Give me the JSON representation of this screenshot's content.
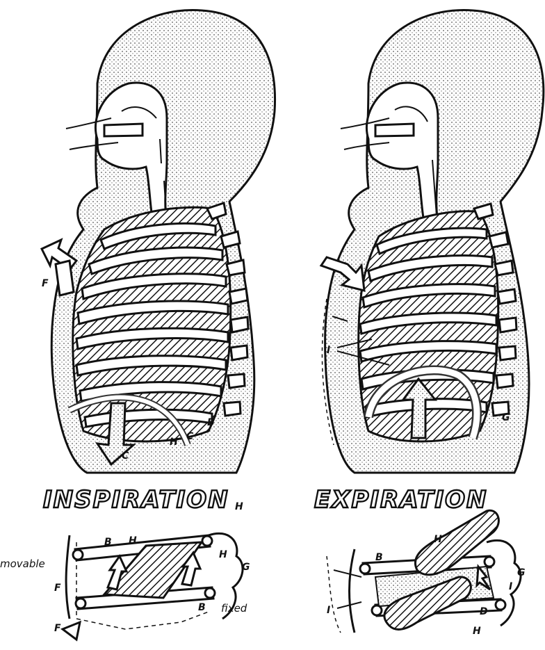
{
  "inspiration": {
    "title": "INSPIRATION",
    "title_suffix": "H",
    "labels": [
      "F",
      "B",
      "C",
      "C",
      "H"
    ],
    "detail_labels": [
      "movable",
      "fixed",
      "B",
      "B",
      "H",
      "H",
      "F",
      "F",
      "G"
    ]
  },
  "expiration": {
    "title": "EXPIRATION",
    "labels": [
      "I",
      "G"
    ],
    "detail_labels": [
      "B",
      "G",
      "H",
      "H",
      "I",
      "I",
      "D"
    ]
  }
}
